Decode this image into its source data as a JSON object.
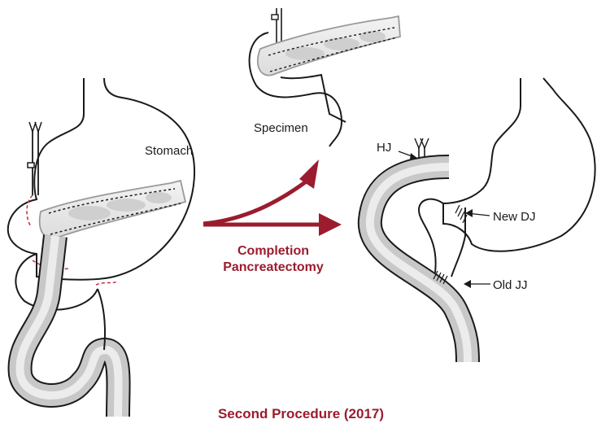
{
  "labels": {
    "stomach": "Stomach",
    "specimen": "Specimen",
    "hj": "HJ",
    "new_dj": "New DJ",
    "old_jj": "Old JJ"
  },
  "arrow_caption": {
    "line1": "Completion",
    "line2": "Pancreatectomy"
  },
  "footer": {
    "title": "Second Procedure (2017)"
  },
  "colors": {
    "accent": "#9b1c2e",
    "outline": "#1a1a1a",
    "bowel_fill_light": "#f2f2f2",
    "bowel_fill_dark": "#9a9a9a",
    "pancreas_fill": "#e8e8e8",
    "dashed_cut": "#c0303a"
  }
}
